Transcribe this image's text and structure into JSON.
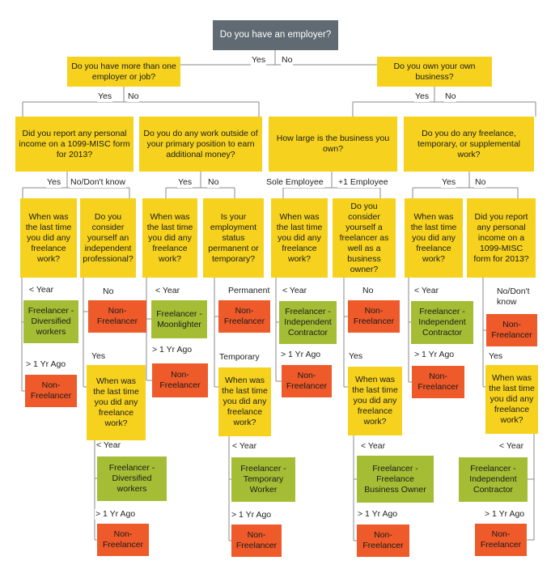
{
  "colors": {
    "question": "#f6d21e",
    "root": "#5f6a72",
    "freelancer": "#a4bd34",
    "non_freelancer": "#ef5a2a",
    "connector": "#8a8a8a"
  },
  "nodes": {
    "root": "Do you have an employer?",
    "q_more_than_one_employer": "Do you have more than one employer or job?",
    "q_own_business": "Do you own your own business?",
    "q_reported_1099": "Did you report any personal income on a 1099-MISC form for 2013?",
    "q_work_outside": "Do you do any work outside of your primary position to earn additional money?",
    "q_business_size": "How large is the business you own?",
    "q_freelance_temp": "Do you do any freelance, temporary, or supplemental work?",
    "q_last_time_a": "When was the last time you did any freelance work?",
    "q_consider_professional": "Do you consider yourself an independent professional?",
    "q_last_time_b": "When was the last time you did any freelance work?",
    "q_employment_status": "Is your employment status permanent or temporary?",
    "q_last_time_c": "When was the last time you did any freelance work?",
    "q_consider_owner": "Do you consider yourself a freelancer as well as a business owner?",
    "q_last_time_d": "When was the last time you did any freelance work?",
    "q_reported_1099_b": "Did you report any personal income on a 1099-MISC form for 2013?",
    "r_diversified_1": "Freelancer - Diversified workers",
    "r_nf_1": "Non-Freelancer",
    "r_nf_2": "Non-Freelancer",
    "q_last_time_e": "When was the last time you did any freelance work?",
    "r_diversified_2": "Freelancer - Diversified workers",
    "r_nf_3": "Non-Freelancer",
    "r_moonlighter": "Freelancer - Moonlighter",
    "r_nf_4": "Non-Freelancer",
    "r_nf_5": "Non-Freelancer",
    "q_last_time_f": "When was the last time you did any freelance work?",
    "r_temporary": "Freelancer - Temporary Worker",
    "r_nf_6": "Non-Freelancer",
    "r_indep_1": "Freelancer - Independent Contractor",
    "r_nf_7": "Non-Freelancer",
    "r_nf_8": "Non-Freelancer",
    "q_last_time_g": "When was the last time you did any freelance work?",
    "r_business_owner": "Freelancer - Freelance Business Owner",
    "r_nf_9": "Non-Freelancer",
    "r_indep_2": "Freelancer - Independent Contractor",
    "r_nf_10": "Non-Freelancer",
    "r_nf_11": "Non-Freelancer",
    "q_last_time_h": "When was the last time you did any freelance work?",
    "r_indep_3": "Freelancer - Independent Contractor",
    "r_nf_12": "Non-Freelancer"
  },
  "edge_labels": {
    "root_yes": "Yes",
    "root_no": "No",
    "l2a_yes": "Yes",
    "l2a_no": "No",
    "l2b_yes": "Yes",
    "l2b_no": "No",
    "l3a_yes": "Yes",
    "l3a_no": "No/Don't know",
    "l3b_yes": "Yes",
    "l3b_no": "No",
    "l3c_sole": "Sole Employee",
    "l3c_plus": "+1 Employee",
    "l3d_yes": "Yes",
    "l3d_no": "No",
    "a_year": "< Year",
    "a_1yr": "> 1 Yr Ago",
    "b_no": "No",
    "b_yes": "Yes",
    "e_year": "< Year",
    "e_1yr": "> 1 Yr Ago",
    "c_year": "< Year",
    "c_1yr": "> 1 Yr Ago",
    "d_perm": "Permanent",
    "d_temp": "Temporary",
    "f_year": "< Year",
    "f_1yr": "> 1 Yr Ago",
    "g_year": "< Year",
    "g_1yr": "> 1 Yr Ago",
    "h_no": "No",
    "h_yes": "Yes",
    "i_year": "< Year",
    "i_1yr": "> 1 Yr Ago",
    "j_year": "< Year",
    "j_1yr": "> 1 Yr Ago",
    "k_no": "No/Don't know",
    "k_yes": "Yes",
    "m_year": "< Year",
    "m_1yr": "> 1 Yr Ago"
  }
}
